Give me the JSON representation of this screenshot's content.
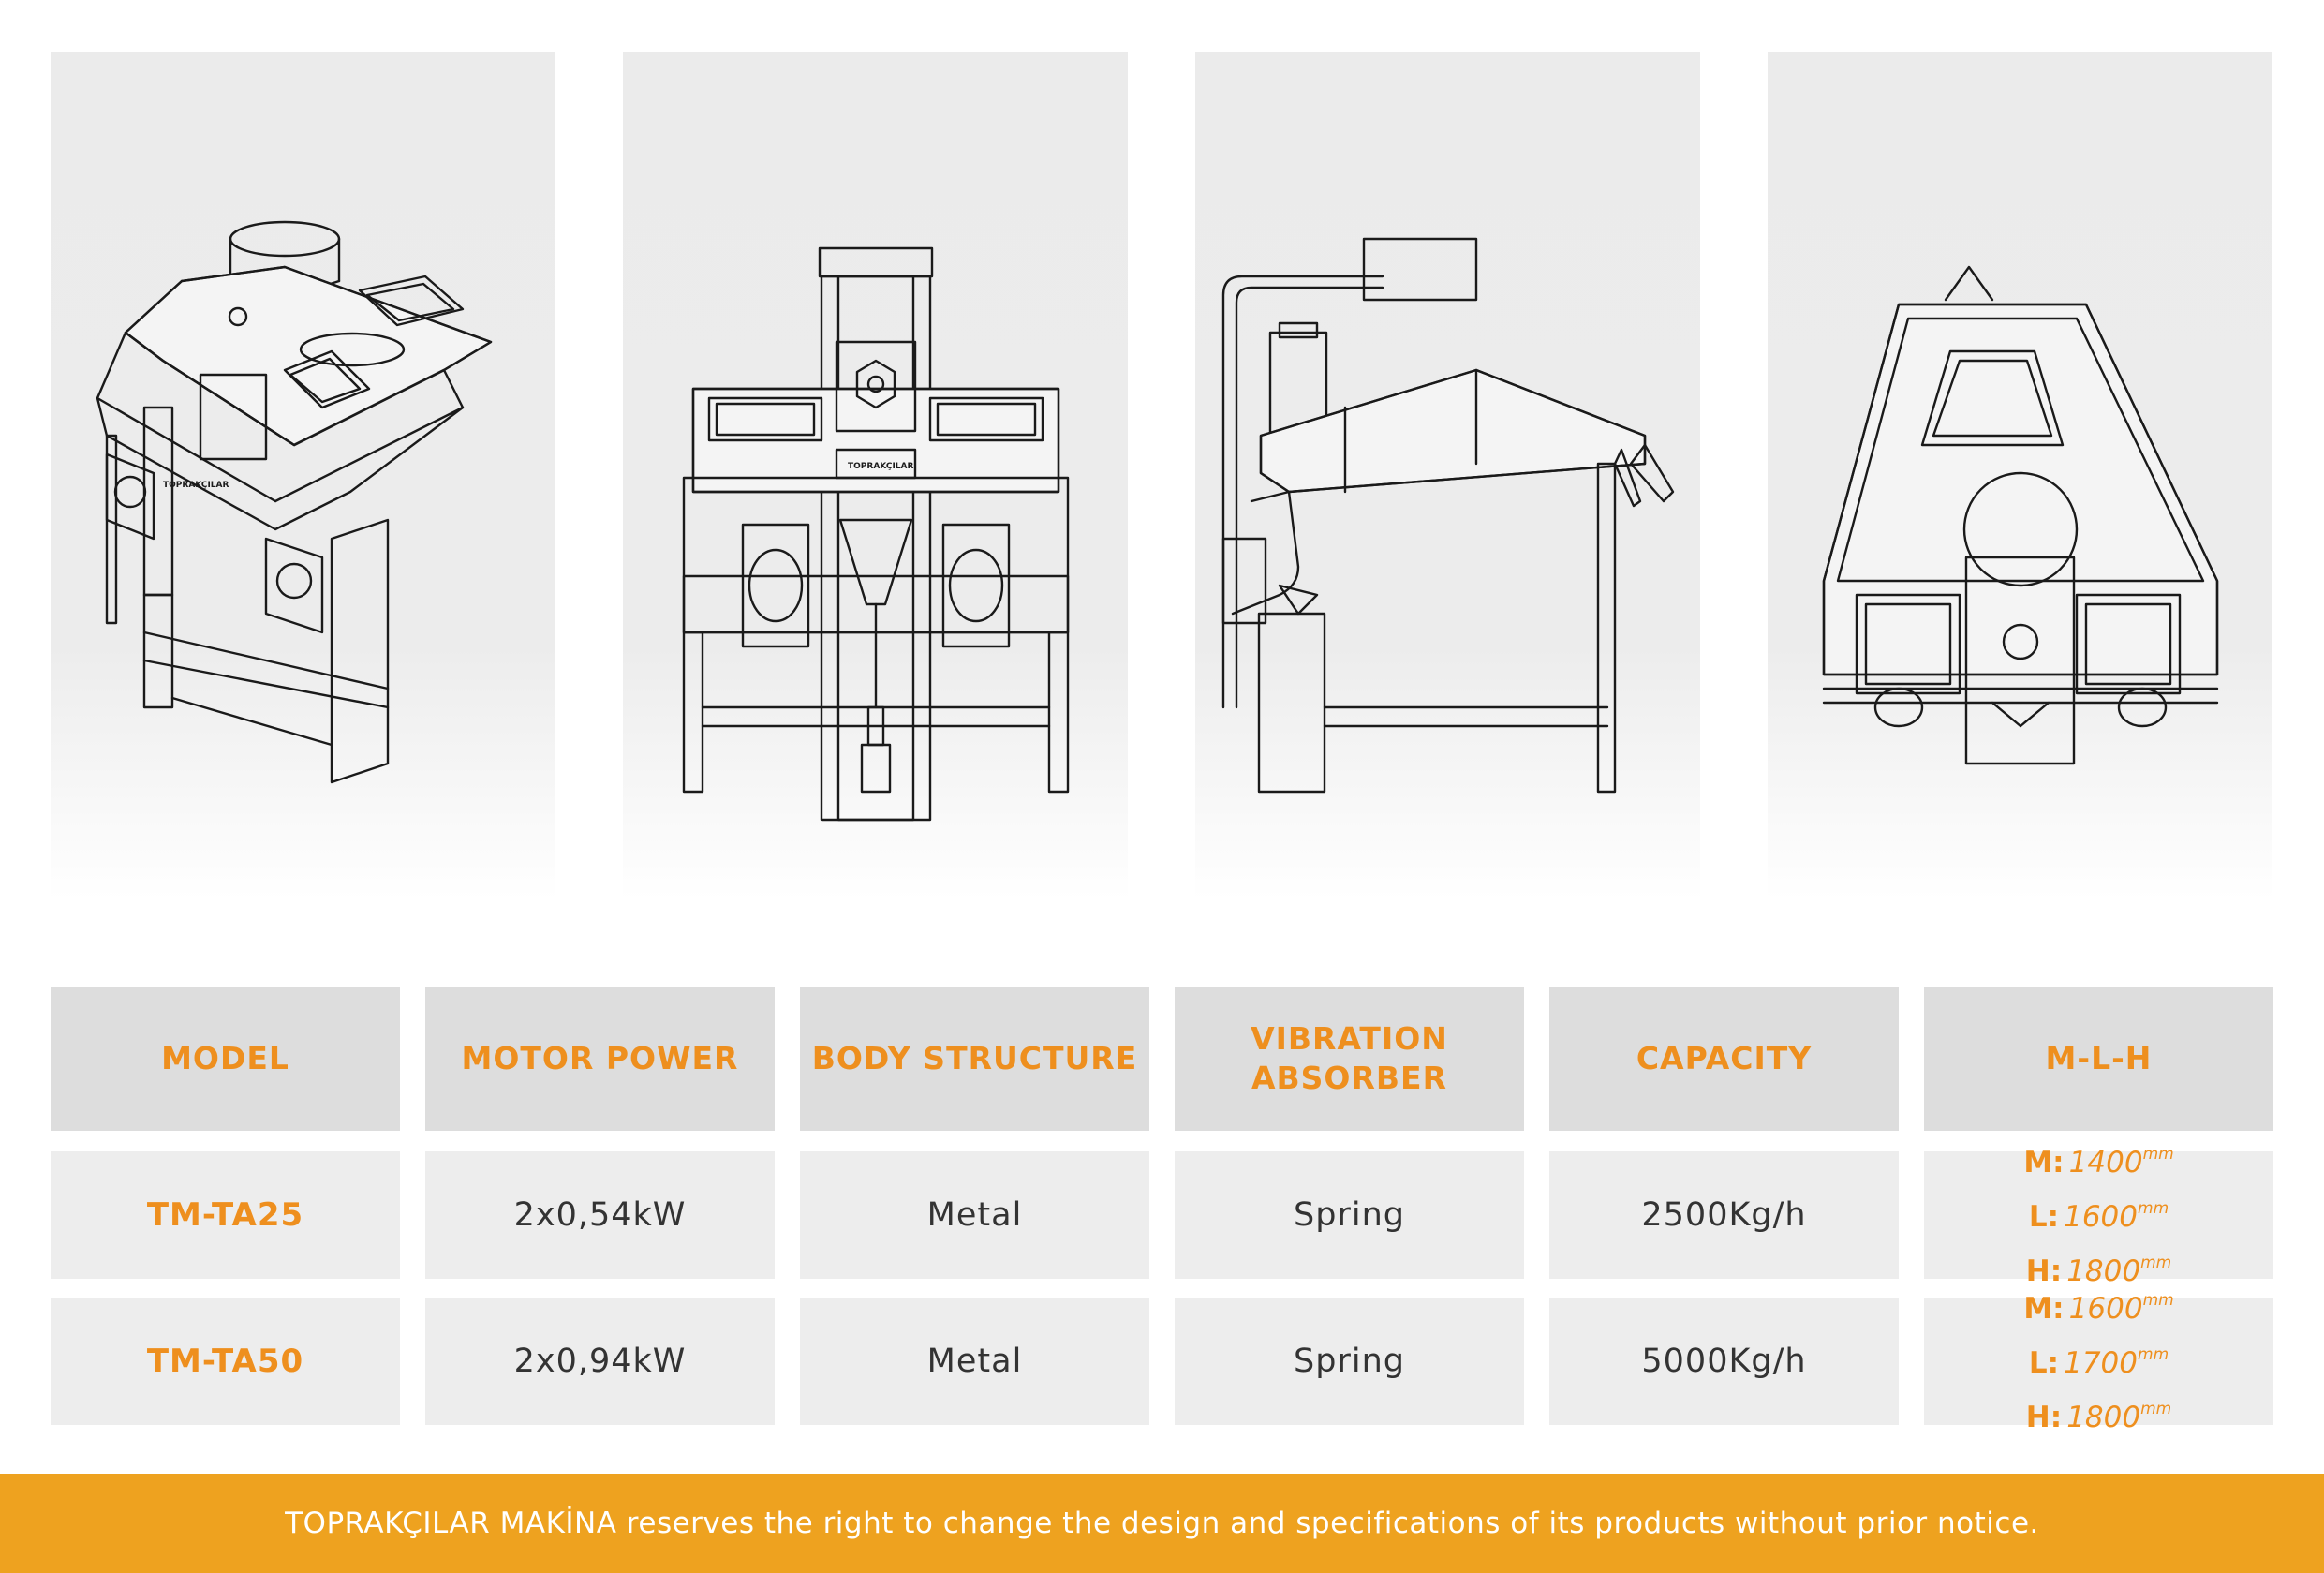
{
  "table": {
    "headers": [
      "MODEL",
      "MOTOR POWER",
      "BODY STRUCTURE",
      "VIBRATION\nABSORBER",
      "CAPACITY",
      "M-L-H"
    ],
    "rows": [
      {
        "model": "TM-TA25",
        "motor_power": "2x0,54kW",
        "body_structure": "Metal",
        "vibration_absorber": "Spring",
        "capacity": "2500Kg/h",
        "dims": [
          {
            "key": "M:",
            "value": "1400",
            "unit": "mm"
          },
          {
            "key": "L:",
            "value": "1600",
            "unit": "mm"
          },
          {
            "key": "H:",
            "value": "1800",
            "unit": "mm"
          }
        ]
      },
      {
        "model": "TM-TA50",
        "motor_power": "2x0,94kW",
        "body_structure": "Metal",
        "vibration_absorber": "Spring",
        "capacity": "5000Kg/h",
        "dims": [
          {
            "key": "M:",
            "value": "1600",
            "unit": "mm"
          },
          {
            "key": "L:",
            "value": "1700",
            "unit": "mm"
          },
          {
            "key": "H:",
            "value": "1800",
            "unit": "mm"
          }
        ]
      }
    ]
  },
  "machine_logo_text": "TOPRAKÇILAR",
  "footer": {
    "notice": "TOPRAKÇILAR MAKİNA reserves the right to change the design and specifications of its products without prior notice."
  },
  "colors": {
    "accent": "#ee8f1e",
    "footer_bar": "#eea21f",
    "header_cell": "#dddddd",
    "body_cell": "#ededed",
    "panel": "#ebebeb"
  }
}
